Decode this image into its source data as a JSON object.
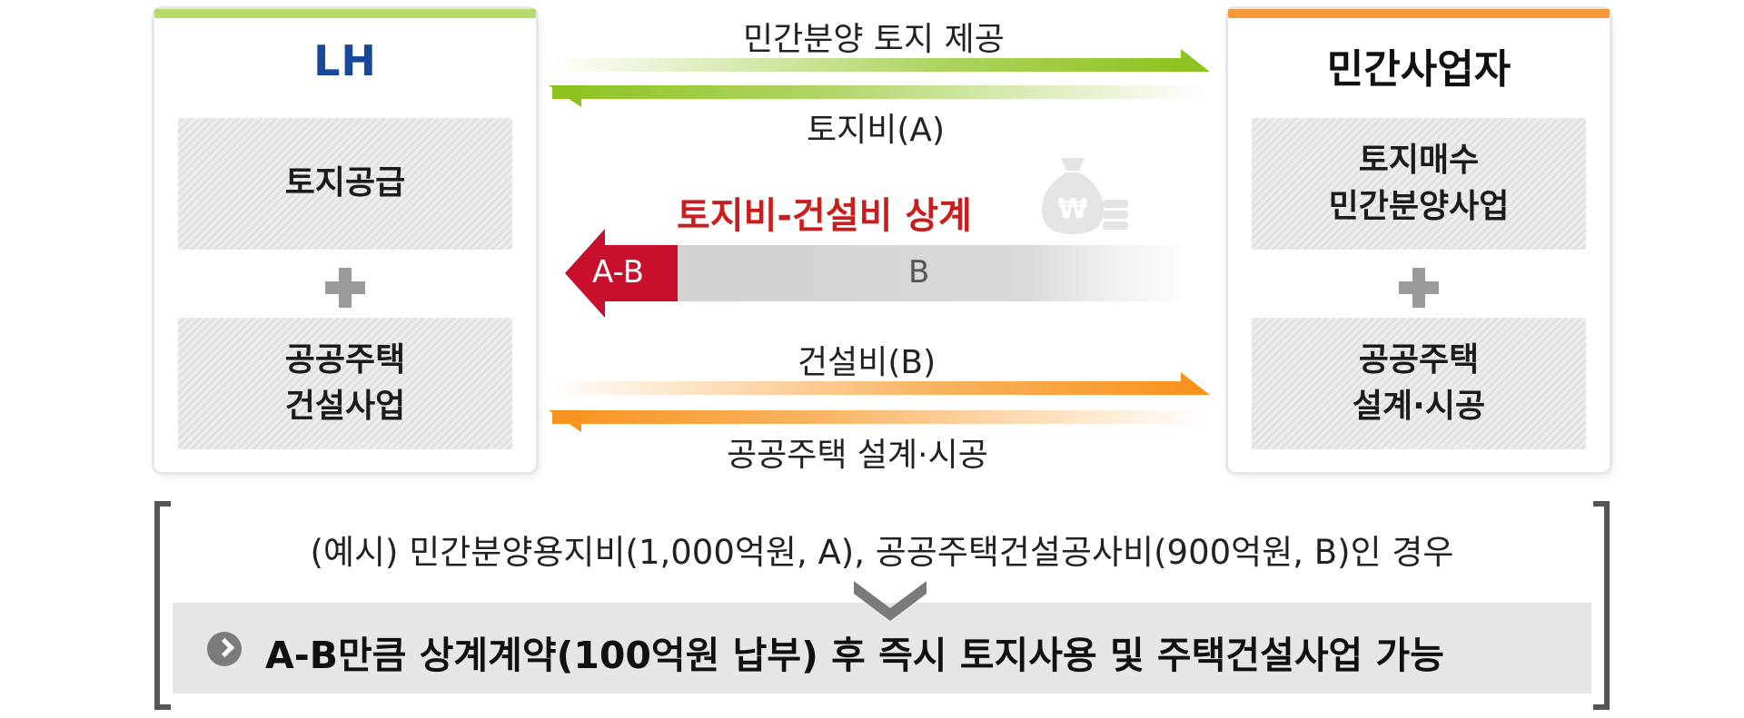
{
  "left_panel": {
    "title": "LH",
    "box1": "토지공급",
    "box2_line1": "공공주택",
    "box2_line2": "건설사업"
  },
  "right_panel": {
    "title": "민간사업자",
    "box1_line1": "토지매수",
    "box1_line2": "민간분양사업",
    "box2_line1": "공공주택",
    "box2_line2": "설계·시공"
  },
  "flows": {
    "land_provide": "민간분양 토지 제공",
    "land_cost": "토지비(A)",
    "offset_title": "토지비-건설비 상계",
    "a_minus_b": "A-B",
    "b": "B",
    "construction_cost": "건설비(B)",
    "public_design": "공공주택 설계·시공"
  },
  "example": {
    "text": "(예시) 민간분양용지비(1,000억원, A), 공공주택건설공사비(900억원, B)인 경우",
    "result": "A-B만큼 상계계약(100억원 납부) 후 즉시 토지사용 및 주택건설사업 가능"
  },
  "colors": {
    "lh_accent": "#b5dc6a",
    "biz_accent": "#f79a3b",
    "green_arrow": "#8dc21f",
    "orange_arrow": "#f7931e",
    "red_arrow": "#c8102e",
    "lh_logo": "#17489a"
  },
  "icons": [
    "plus-icon",
    "money-bag-icon",
    "chevron-down-icon",
    "chevron-right-circle-icon"
  ]
}
